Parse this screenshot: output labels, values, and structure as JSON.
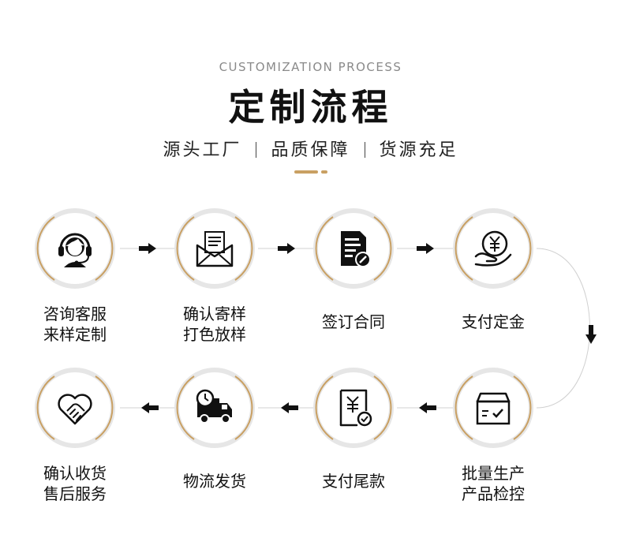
{
  "header": {
    "subtitle_en": "CUSTOMIZATION PROCESS",
    "title": "定制流程",
    "tagline": [
      "源头工厂",
      "品质保障",
      "货源充足"
    ]
  },
  "colors": {
    "accent_gold": "#c9a063",
    "ring_gray": "#e4e4e4",
    "text": "#111111"
  },
  "steps": [
    {
      "label": "咨询客服\n来样定制",
      "icon": "customer-service-headset-icon"
    },
    {
      "label": "确认寄样\n打色放样",
      "icon": "envelope-letter-icon"
    },
    {
      "label": "签订合同",
      "icon": "contract-document-icon"
    },
    {
      "label": "支付定金",
      "icon": "yuan-coin-hand-icon"
    },
    {
      "label": "批量生产\n产品检控",
      "icon": "production-box-icon"
    },
    {
      "label": "支付尾款",
      "icon": "yuan-receipt-check-icon"
    },
    {
      "label": "物流发货",
      "icon": "delivery-truck-clock-icon"
    },
    {
      "label": "确认收货\n售后服务",
      "icon": "handshake-heart-icon"
    }
  ]
}
